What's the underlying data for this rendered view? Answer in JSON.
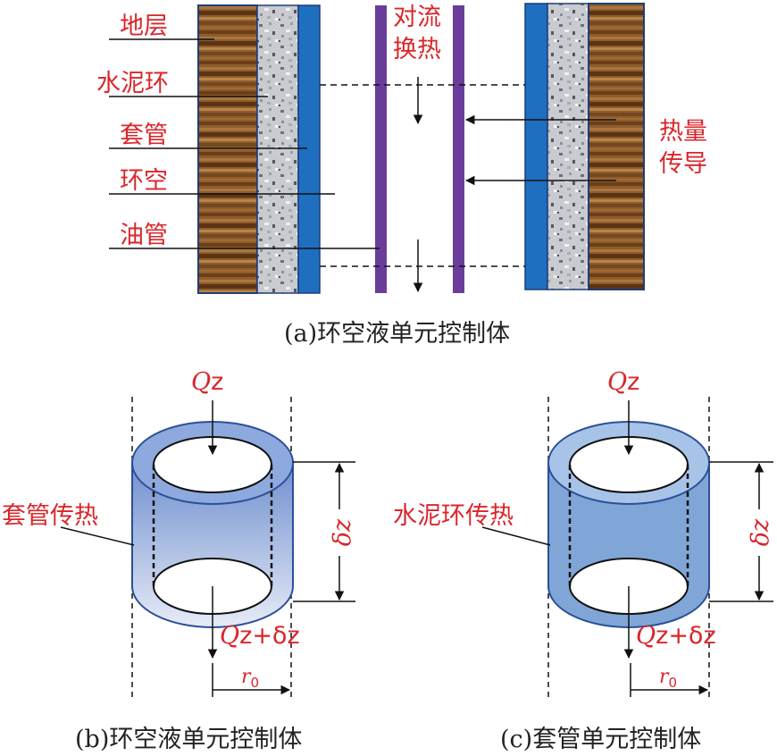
{
  "panel_a": {
    "labels": {
      "formation": "地层",
      "cement": "水泥环",
      "casing": "套管",
      "annulus": "环空",
      "tubing": "油管",
      "convection_1": "对流",
      "convection_2": "换热",
      "conduction_1": "热量",
      "conduction_2": "传导"
    },
    "caption": "(a)环空液单元控制体"
  },
  "panel_b": {
    "side_label": "套管传热",
    "flux_top_q": "Q",
    "flux_top_z": "z",
    "flux_bottom": "z+δz",
    "flux_bottom_q": "Q",
    "height_label": "δz",
    "radius_r": "r",
    "radius_sub": "0",
    "caption": "(b)环空液单元控制体"
  },
  "panel_c": {
    "side_label": "水泥环传热",
    "flux_top_q": "Q",
    "flux_top_z": "z",
    "flux_bottom": "z+δz",
    "flux_bottom_q": "Q",
    "height_label": "δz",
    "radius_r": "r",
    "radius_sub": "0",
    "caption": "(c)套管单元控制体"
  },
  "colors": {
    "label_red": "#d9262b",
    "casing_blue": "#1e6fbf",
    "tubing_purple": "#6a3d9a",
    "formation_brown": "#8a5a2b",
    "cylinder_blue": "#7fa6d6"
  }
}
